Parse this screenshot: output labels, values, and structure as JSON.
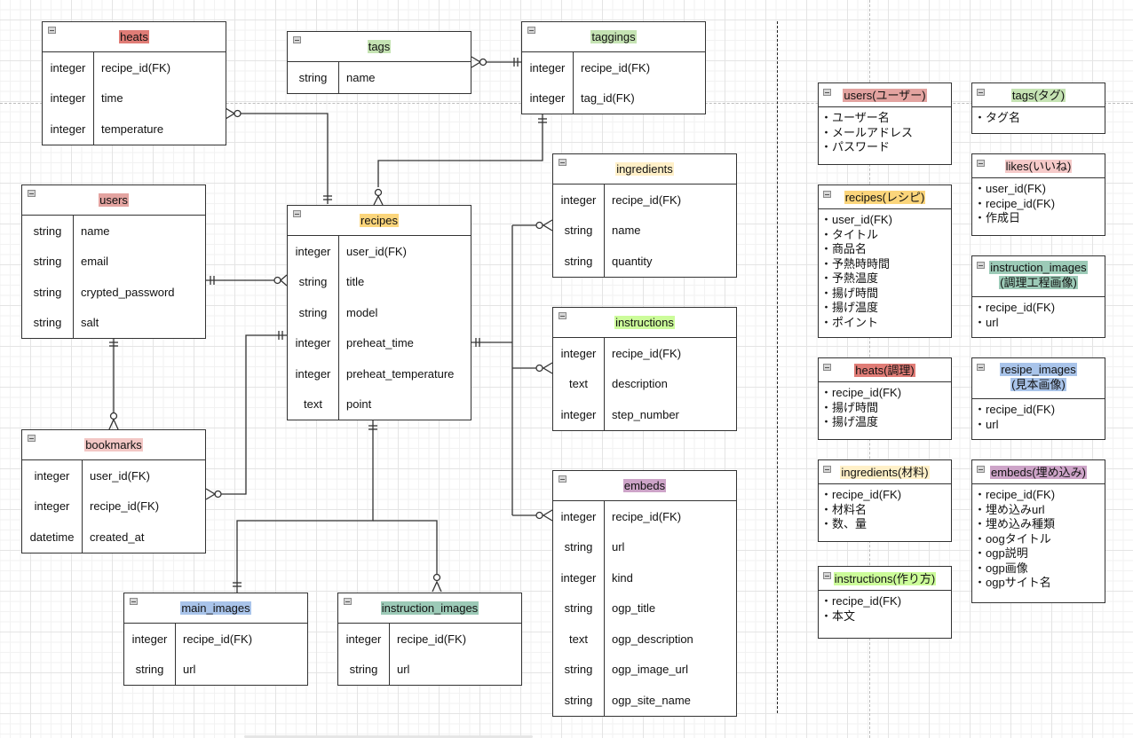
{
  "colors": {
    "heats": "#e07c76",
    "tags": "#c5e3b3",
    "taggings": "#c5e3b3",
    "users": "#e3a3a0",
    "recipes": "#fbd57b",
    "ingredients": "#fff0c8",
    "instructions": "#ccfc9a",
    "bookmarks": "#f3c7c5",
    "main_images": "#a9c4ea",
    "instruction_images": "#9ccab7",
    "embeds": "#cda4c8",
    "likes": "#f6cac9"
  },
  "entities": {
    "heats": {
      "title": "heats",
      "rows": [
        [
          "integer",
          "recipe_id(FK)"
        ],
        [
          "integer",
          "time"
        ],
        [
          "integer",
          "temperature"
        ]
      ]
    },
    "tags": {
      "title": "tags",
      "rows": [
        [
          "string",
          "name"
        ]
      ]
    },
    "taggings": {
      "title": "taggings",
      "rows": [
        [
          "integer",
          "recipe_id(FK)"
        ],
        [
          "integer",
          "tag_id(FK)"
        ]
      ]
    },
    "users": {
      "title": "users",
      "rows": [
        [
          "string",
          "name"
        ],
        [
          "string",
          "email"
        ],
        [
          "string",
          "crypted_password"
        ],
        [
          "string",
          "salt"
        ]
      ]
    },
    "recipes": {
      "title": "recipes",
      "rows": [
        [
          "integer",
          "user_id(FK)"
        ],
        [
          "string",
          "title"
        ],
        [
          "string",
          "model"
        ],
        [
          "integer",
          "preheat_time"
        ],
        [
          "integer",
          "preheat_temperature"
        ],
        [
          "text",
          "point"
        ]
      ]
    },
    "ingredients": {
      "title": "ingredients",
      "rows": [
        [
          "integer",
          "recipe_id(FK)"
        ],
        [
          "string",
          "name"
        ],
        [
          "string",
          "quantity"
        ]
      ]
    },
    "instructions": {
      "title": "instructions",
      "rows": [
        [
          "integer",
          "recipe_id(FK)"
        ],
        [
          "text",
          "description"
        ],
        [
          "integer",
          "step_number"
        ]
      ]
    },
    "bookmarks": {
      "title": "bookmarks",
      "rows": [
        [
          "integer",
          "user_id(FK)"
        ],
        [
          "integer",
          "recipe_id(FK)"
        ],
        [
          "datetime",
          "created_at"
        ]
      ]
    },
    "main_images": {
      "title": "main_images",
      "rows": [
        [
          "integer",
          "recipe_id(FK)"
        ],
        [
          "string",
          "url"
        ]
      ]
    },
    "instruction_images": {
      "title": "instruction_images",
      "rows": [
        [
          "integer",
          "recipe_id(FK)"
        ],
        [
          "string",
          "url"
        ]
      ]
    },
    "embeds": {
      "title": "embeds",
      "rows": [
        [
          "integer",
          "recipe_id(FK)"
        ],
        [
          "string",
          "url"
        ],
        [
          "integer",
          "kind"
        ],
        [
          "string",
          "ogp_title"
        ],
        [
          "text",
          "ogp_description"
        ],
        [
          "string",
          "ogp_image_url"
        ],
        [
          "string",
          "ogp_site_name"
        ]
      ]
    }
  },
  "legend": {
    "users": {
      "title": "users(ユーザー)",
      "items": [
        "ユーザー名",
        "メールアドレス",
        "パスワード"
      ]
    },
    "tags": {
      "title": "tags(タグ)",
      "items": [
        "タグ名"
      ]
    },
    "likes": {
      "title": "likes(いいね)",
      "items": [
        "user_id(FK)",
        "recipe_id(FK)",
        "作成日"
      ]
    },
    "recipes": {
      "title": "recipes(レシピ)",
      "items": [
        "user_id(FK)",
        "タイトル",
        "商品名",
        "予熱時時間",
        "予熱温度",
        "揚げ時間",
        "揚げ温度",
        "ポイント"
      ]
    },
    "instruction_images": {
      "title": "instruction_images",
      "subtitle": "(調理工程画像)",
      "items": [
        "recipe_id(FK)",
        "url"
      ]
    },
    "heats": {
      "title": "heats(調理)",
      "items": [
        "recipe_id(FK)",
        "揚げ時間",
        "揚げ温度"
      ]
    },
    "resipe_images": {
      "title": "resipe_images",
      "subtitle": "(見本画像)",
      "items": [
        "recipe_id(FK)",
        "url"
      ]
    },
    "ingredients": {
      "title": "ingredients(材料)",
      "items": [
        "recipe_id(FK)",
        "材料名",
        "数、量"
      ]
    },
    "embeds": {
      "title": "embeds(埋め込み)",
      "items": [
        "recipe_id(FK)",
        "埋め込みurl",
        "埋め込み種類",
        "oogタイトル",
        "ogp説明",
        "ogp画像",
        "ogpサイト名"
      ]
    },
    "instructions": {
      "title": "instructions(作り方)",
      "items": [
        "recipe_id(FK)",
        "本文"
      ]
    }
  },
  "relationships": [
    {
      "from": "heats",
      "to": "recipes",
      "from_card": "zero-or-many",
      "to_card": "one-and-only-one"
    },
    {
      "from": "tags",
      "to": "taggings",
      "from_card": "zero-or-many",
      "to_card": "one-and-only-one"
    },
    {
      "from": "taggings",
      "to": "recipes",
      "from_card": "one-and-only-one",
      "to_card": "zero-or-many"
    },
    {
      "from": "users",
      "to": "recipes",
      "from_card": "one-and-only-one",
      "to_card": "zero-or-many"
    },
    {
      "from": "users",
      "to": "bookmarks",
      "from_card": "one-and-only-one",
      "to_card": "zero-or-many"
    },
    {
      "from": "recipes",
      "to": "bookmarks",
      "from_card": "one-and-only-one",
      "to_card": "zero-or-many"
    },
    {
      "from": "recipes",
      "to": "ingredients",
      "from_card": "one-and-only-one",
      "to_card": "zero-or-many"
    },
    {
      "from": "recipes",
      "to": "instructions",
      "from_card": "one-and-only-one",
      "to_card": "zero-or-many"
    },
    {
      "from": "recipes",
      "to": "embeds",
      "from_card": "one-and-only-one",
      "to_card": "zero-or-many"
    },
    {
      "from": "recipes",
      "to": "main_images",
      "from_card": "one-and-only-one",
      "to_card": "one-and-only-one"
    },
    {
      "from": "recipes",
      "to": "instruction_images",
      "from_card": "one-and-only-one",
      "to_card": "zero-or-many"
    }
  ]
}
